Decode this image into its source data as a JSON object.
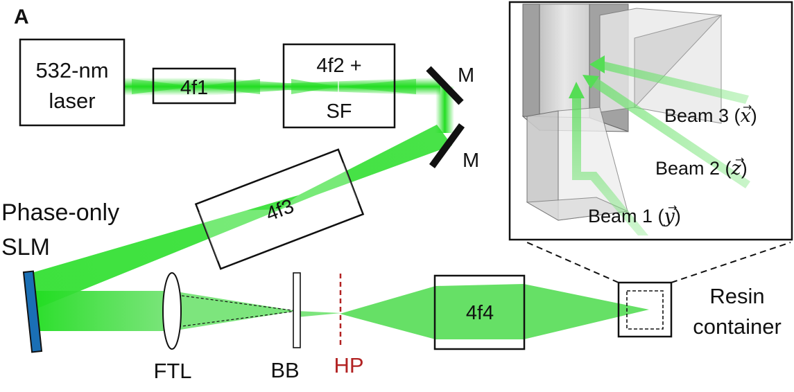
{
  "panel_label": "A",
  "components": {
    "laser": {
      "line1": "532-nm",
      "line2": "laser"
    },
    "relay1": "4f1",
    "relay2": {
      "line1": "4f2 +",
      "line2": "SF"
    },
    "mirror_upper": "M",
    "mirror_lower": "M",
    "relay3": "4f3",
    "slm": {
      "line1": "Phase-only",
      "line2": "SLM"
    },
    "lens": "FTL",
    "beam_block": "BB",
    "pinhole": "HP",
    "relay4": "4f4",
    "container": {
      "line1": "Resin",
      "line2": "container"
    }
  },
  "inset": {
    "beam3": {
      "text": "Beam 3 (",
      "var": "x",
      "close": ")"
    },
    "beam2": {
      "text": "Beam 2 (",
      "var": "z",
      "close": ")"
    },
    "beam1": {
      "text": "Beam 1 (",
      "var": "y",
      "close": ")"
    }
  },
  "colors": {
    "beam": "#33dd33",
    "beam_light": "#7fe87f",
    "outline": "#111111",
    "pinhole": "#b22222",
    "slm": "#1a6fb5"
  }
}
